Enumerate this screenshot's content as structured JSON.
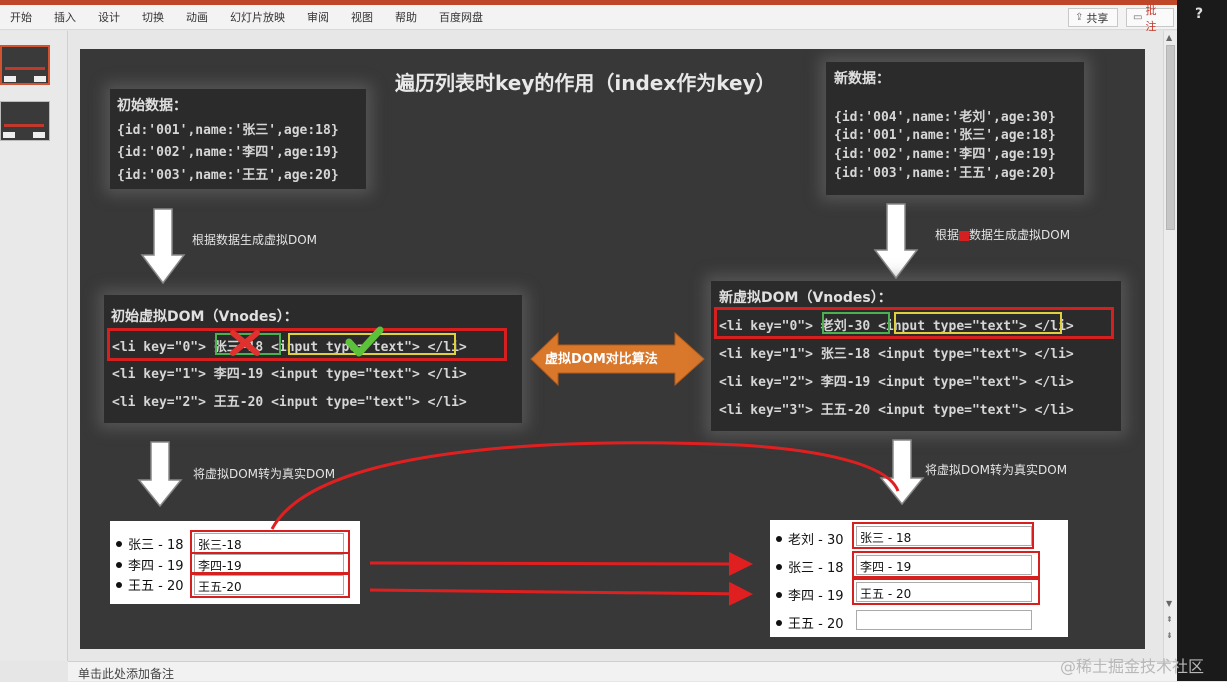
{
  "menu": [
    "开始",
    "插入",
    "设计",
    "切换",
    "动画",
    "幻灯片放映",
    "审阅",
    "视图",
    "帮助",
    "百度网盘"
  ],
  "toolbar": {
    "share": "共享",
    "comment": "批注"
  },
  "help_glyph": "?",
  "notes_placeholder": "单击此处添加备注",
  "watermark": "@稀土掘金技术社区",
  "slide": {
    "title": "遍历列表时key的作用（index作为key）",
    "initial_data": {
      "label": "初始数据：",
      "rows": [
        "{id:'001',name:'张三',age:18}",
        "{id:'002',name:'李四',age:19}",
        "{id:'003',name:'王五',age:20}"
      ]
    },
    "new_data": {
      "label": "新数据：",
      "rows": [
        "{id:'004',name:'老刘',age:30}",
        "{id:'001',name:'张三',age:18}",
        "{id:'002',name:'李四',age:19}",
        "{id:'003',name:'王五',age:20}"
      ]
    },
    "caption_gen_left": "根据数据生成虚拟DOM",
    "caption_gen_right_a": "根据",
    "caption_gen_right_b": "数据生成虚拟DOM",
    "caption_real_left": "将虚拟DOM转为真实DOM",
    "caption_real_right": "将虚拟DOM转为真实DOM",
    "algo_label": "虚拟DOM对比算法",
    "initial_vdom": {
      "label": "初始虚拟DOM（Vnodes）：",
      "rows": [
        {
          "pre": "<li key=\"0\">",
          "name": "张三-18",
          "input": "<input type=\"text\">",
          "post": "</li>"
        },
        {
          "pre": "<li key=\"1\">",
          "name": "李四-19",
          "input": "<input type=\"text\">",
          "post": "</li>"
        },
        {
          "pre": "<li key=\"2\">",
          "name": "王五-20",
          "input": "<input type=\"text\">",
          "post": "</li>"
        }
      ]
    },
    "new_vdom": {
      "label": "新虚拟DOM（Vnodes）：",
      "rows": [
        {
          "pre": "<li key=\"0\">",
          "name": "老刘-30",
          "input": "<input type=\"text\">",
          "post": "</li>"
        },
        {
          "pre": "<li key=\"1\">",
          "name": "张三-18",
          "input": "<input type=\"text\">",
          "post": "</li>"
        },
        {
          "pre": "<li key=\"2\">",
          "name": "李四-19",
          "input": "<input type=\"text\">",
          "post": "</li>"
        },
        {
          "pre": "<li key=\"3\">",
          "name": "王五-20",
          "input": "<input type=\"text\">",
          "post": "</li>"
        }
      ]
    },
    "real_left": [
      {
        "label": "张三 - 18",
        "input": "张三-18"
      },
      {
        "label": "李四 - 19",
        "input": "李四-19"
      },
      {
        "label": "王五 - 20",
        "input": "王五-20"
      }
    ],
    "real_right": [
      {
        "label": "老刘 - 30",
        "input": "张三 - 18"
      },
      {
        "label": "张三 - 18",
        "input": "李四 - 19"
      },
      {
        "label": "李四 - 19",
        "input": "王五 - 20"
      },
      {
        "label": "王五 - 20",
        "input": ""
      }
    ]
  }
}
